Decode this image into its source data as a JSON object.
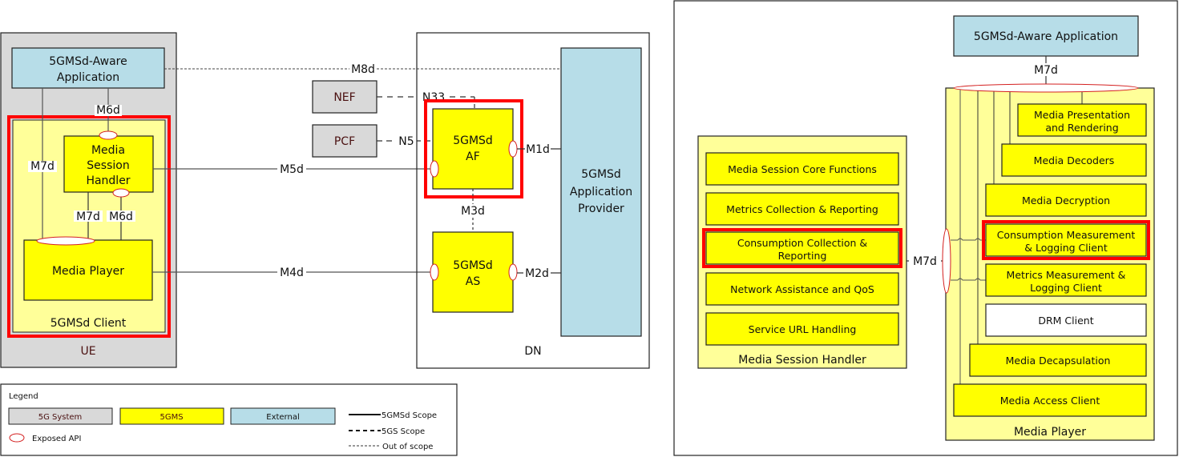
{
  "colors": {
    "five_g_system": "#d9d9d9",
    "five_gms": "#ffff00",
    "five_gms_light": "#ffff99",
    "external": "#b7dde8",
    "highlight": "#ff0000",
    "exposed_api": "#d42020"
  },
  "left": {
    "ue": {
      "label": "UE",
      "aware_app": {
        "line1": "5GMSd-Aware",
        "line2": "Application"
      },
      "client": {
        "label": "5GMSd Client",
        "msh": {
          "line1": "Media",
          "line2": "Session",
          "line3": "Handler"
        },
        "player": "Media Player"
      },
      "interfaces": {
        "m6d_top": "M6d",
        "m7d_left": "M7d",
        "m7d_inner": "M7d",
        "m6d_inner": "M6d"
      }
    },
    "core": {
      "nef": "NEF",
      "pcf": "PCF",
      "n33": "N33",
      "n5": "N5",
      "m8d": "M8d",
      "m5d": "M5d",
      "m4d": "M4d"
    },
    "dn": {
      "label": "DN",
      "af": {
        "line1": "5GMSd",
        "line2": "AF"
      },
      "as": {
        "line1": "5GMSd",
        "line2": "AS"
      },
      "provider": {
        "line1": "5GMSd",
        "line2": "Application",
        "line3": "Provider"
      },
      "m1d": "M1d",
      "m2d": "M2d",
      "m3d": "M3d"
    },
    "legend": {
      "title": "Legend",
      "boxes": [
        "5G System",
        "5GMS",
        "External"
      ],
      "exposed_api": "Exposed API",
      "lines": [
        "5GMSd Scope",
        "5GS Scope",
        "Out of scope"
      ]
    }
  },
  "right": {
    "aware_app": "5GMSd-Aware Application",
    "m7d_top": "M7d",
    "m7d_side": "M7d",
    "msh": {
      "label": "Media Session Handler",
      "items": [
        {
          "line1": "Media Session Core Functions",
          "line2": ""
        },
        {
          "line1": "Metrics Collection & Reporting",
          "line2": ""
        },
        {
          "line1": "Consumption Collection &",
          "line2": "Reporting"
        },
        {
          "line1": "Network Assistance and QoS",
          "line2": ""
        },
        {
          "line1": "Service URL Handling",
          "line2": ""
        }
      ]
    },
    "player": {
      "label": "Media Player",
      "items": [
        {
          "line1": "Media Presentation",
          "line2": "and Rendering"
        },
        {
          "line1": "Media Decoders",
          "line2": ""
        },
        {
          "line1": "Media Decryption",
          "line2": ""
        },
        {
          "line1": "Consumption Measurement",
          "line2": "& Logging Client"
        },
        {
          "line1": "Metrics Measurement &",
          "line2": "Logging Client"
        },
        {
          "line1": "DRM Client",
          "line2": ""
        },
        {
          "line1": "Media Decapsulation",
          "line2": ""
        },
        {
          "line1": "Media Access Client",
          "line2": ""
        }
      ]
    }
  }
}
